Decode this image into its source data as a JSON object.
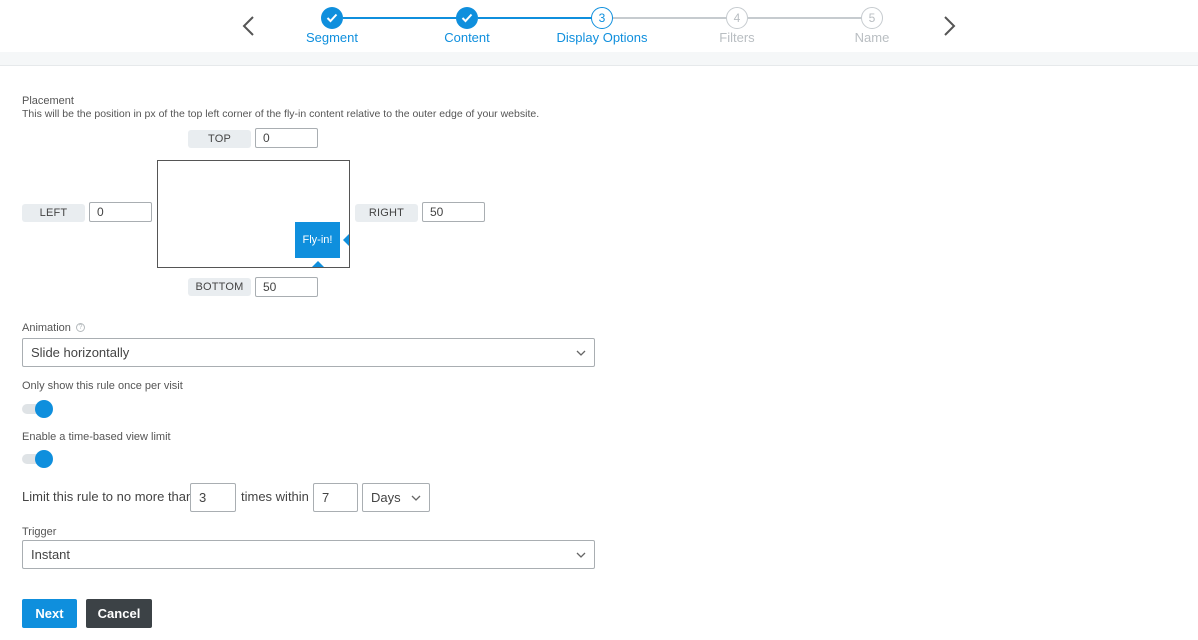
{
  "stepper": {
    "steps": [
      {
        "number": "1",
        "label": "Segment",
        "state": "done"
      },
      {
        "number": "2",
        "label": "Content",
        "state": "done"
      },
      {
        "number": "3",
        "label": "Display Options",
        "state": "active"
      },
      {
        "number": "4",
        "label": "Filters",
        "state": "pending"
      },
      {
        "number": "5",
        "label": "Name",
        "state": "pending"
      }
    ],
    "colors": {
      "accent": "#0f8fdd",
      "inactive": "#c6cbcf"
    }
  },
  "placement": {
    "label": "Placement",
    "help": "This will be the position in px of the top left corner of the fly-in content relative to the outer edge of your website.",
    "top_label": "TOP",
    "top_value": "0",
    "left_label": "LEFT",
    "left_value": "0",
    "right_label": "RIGHT",
    "right_value": "50",
    "bottom_label": "BOTTOM",
    "bottom_value": "50",
    "preview_text": "Fly-in!"
  },
  "animation": {
    "label": "Animation",
    "value": "Slide horizontally"
  },
  "once_per_visit": {
    "label": "Only show this rule once per visit",
    "enabled": true
  },
  "time_limit": {
    "label": "Enable a time-based view limit",
    "enabled": true
  },
  "limit_row": {
    "prefix": "Limit this rule to no more than",
    "count": "3",
    "middle": "times within",
    "period": "7",
    "unit": "Days"
  },
  "trigger": {
    "label": "Trigger",
    "value": "Instant"
  },
  "actions": {
    "next_label": "Next",
    "cancel_label": "Cancel"
  }
}
